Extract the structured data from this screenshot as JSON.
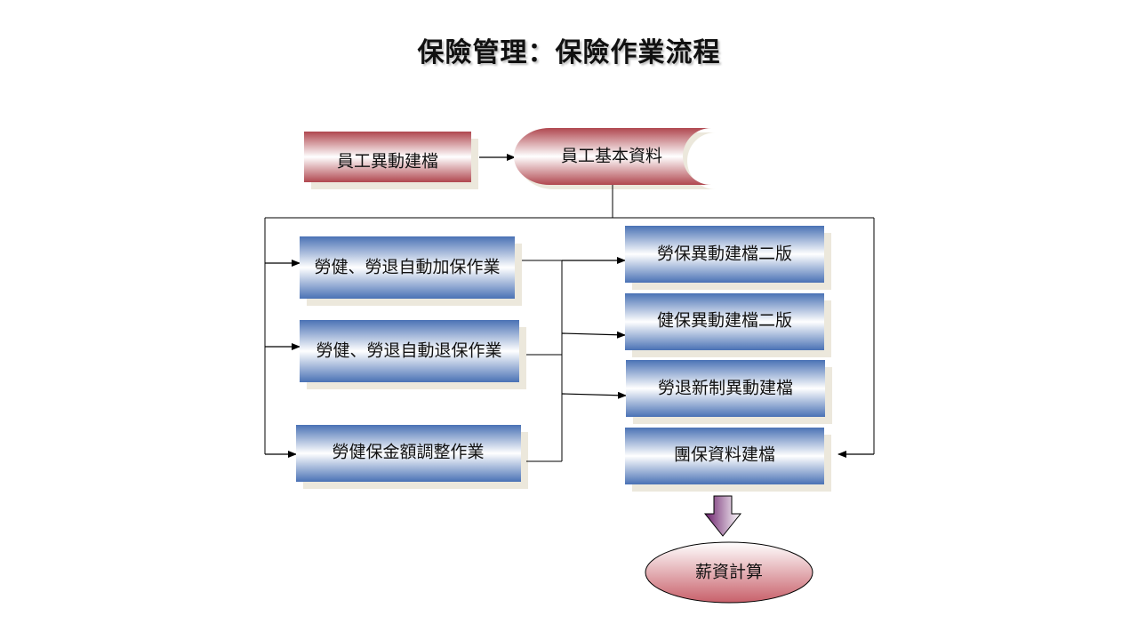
{
  "title": "保險管理：保險作業流程",
  "nodes": {
    "employee_change": "員工異動建檔",
    "employee_basic": "員工基本資料",
    "auto_add": "勞健、勞退自動加保作業",
    "auto_withdraw": "勞健、勞退自動退保作業",
    "amount_adjust": "勞健保金額調整作業",
    "labor_change": "勞保異動建檔二版",
    "health_change": "健保異動建檔二版",
    "pension_change": "勞退新制異動建檔",
    "group_insurance": "團保資料建檔",
    "payroll": "薪資計算"
  },
  "colors": {
    "red_gradient_edge": "#b0474f",
    "blue_gradient_edge": "#4a72b5",
    "shadow": "#ece8dc",
    "arrow_down": "#7a2a7a"
  }
}
